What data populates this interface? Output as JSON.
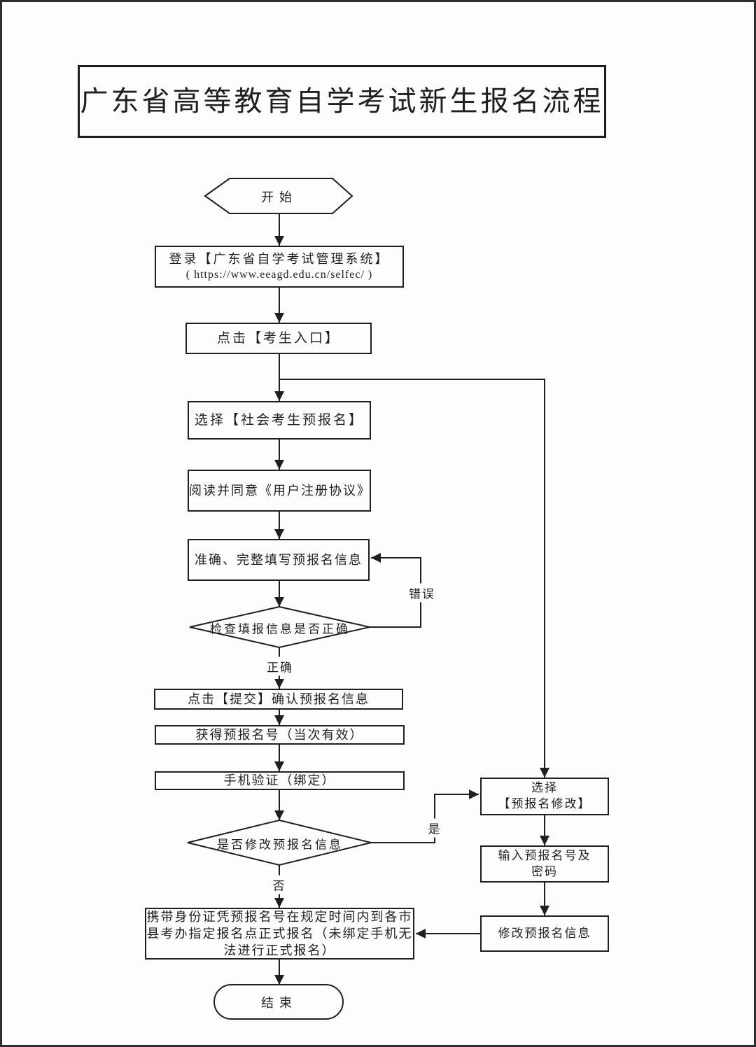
{
  "title": "广东省高等教育自学考试新生报名流程",
  "nodes": {
    "start": "开始",
    "login": {
      "line1": "登录【广东省自学考试管理系统】",
      "line2": "( https://www.eeagd.edu.cn/selfec/ )"
    },
    "click_entrance": "点击【考生入口】",
    "select_social_prereg": "选择【社会考生预报名】",
    "read_agreement": "阅读并同意《用户注册协议》",
    "fill_prereg_info": "准确、完整填写预报名信息",
    "check_info": "检查填报信息是否正确",
    "submit_confirm": "点击【提交】确认预报名信息",
    "get_prereg_number": "获得预报名号（当次有效）",
    "phone_verify": "手机验证（绑定）",
    "modify_decision": "是否修改预报名信息",
    "formal_register": {
      "line1": "携带身份证凭预报名号在规定时间内到各市",
      "line2": "县考办指定报名点正式报名（未绑定手机无",
      "line3": "法进行正式报名）"
    },
    "end": "结束",
    "select_prereg_modify": {
      "line1": "选择",
      "line2": "【预报名修改】"
    },
    "input_number_password": {
      "line1": "输入预报名号及",
      "line2": "密码"
    },
    "modify_prereg_info": "修改预报名信息"
  },
  "edge_labels": {
    "error": "错误",
    "correct": "正确",
    "yes": "是",
    "no": "否"
  },
  "colors": {
    "line": "#1f1f1f",
    "background": "#fdfdfd"
  }
}
